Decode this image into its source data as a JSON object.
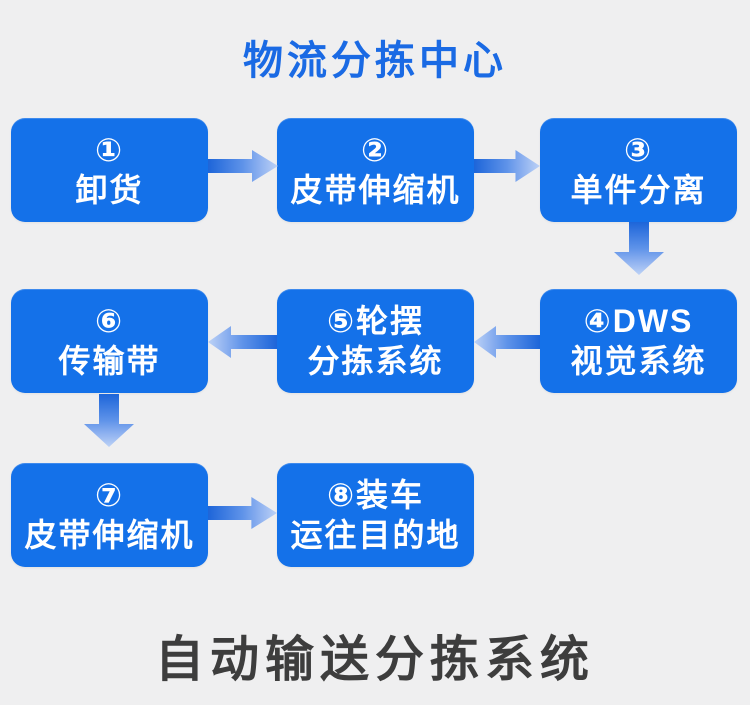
{
  "header": {
    "title": "物流分拣中心"
  },
  "footer": {
    "title": "自动输送分拣系统"
  },
  "colors": {
    "background": "#efeff0",
    "box_fill": "#1471e9",
    "box_text": "#ffffff",
    "header_title": "#1a6ae4",
    "footer_title": "#3d3d3d",
    "arrow_gradient_start": "#1d65d9",
    "arrow_gradient_end": "#bdd2f6"
  },
  "flow": {
    "steps": [
      {
        "id": 1,
        "line1": "①",
        "line2": "卸货"
      },
      {
        "id": 2,
        "line1": "②",
        "line2": "皮带伸缩机"
      },
      {
        "id": 3,
        "line1": "③",
        "line2": "单件分离"
      },
      {
        "id": 4,
        "line1": "④DWS",
        "line2": "视觉系统"
      },
      {
        "id": 5,
        "line1": "⑤轮摆",
        "line2": "分拣系统"
      },
      {
        "id": 6,
        "line1": "⑥",
        "line2": "传输带"
      },
      {
        "id": 7,
        "line1": "⑦",
        "line2": "皮带伸缩机"
      },
      {
        "id": 8,
        "line1": "⑧装车",
        "line2": "运往目的地"
      }
    ],
    "connections": [
      {
        "from": 1,
        "to": 2,
        "direction": "right"
      },
      {
        "from": 2,
        "to": 3,
        "direction": "right"
      },
      {
        "from": 3,
        "to": 4,
        "direction": "down"
      },
      {
        "from": 4,
        "to": 5,
        "direction": "left"
      },
      {
        "from": 5,
        "to": 6,
        "direction": "left"
      },
      {
        "from": 6,
        "to": 7,
        "direction": "down"
      },
      {
        "from": 7,
        "to": 8,
        "direction": "right"
      }
    ]
  }
}
